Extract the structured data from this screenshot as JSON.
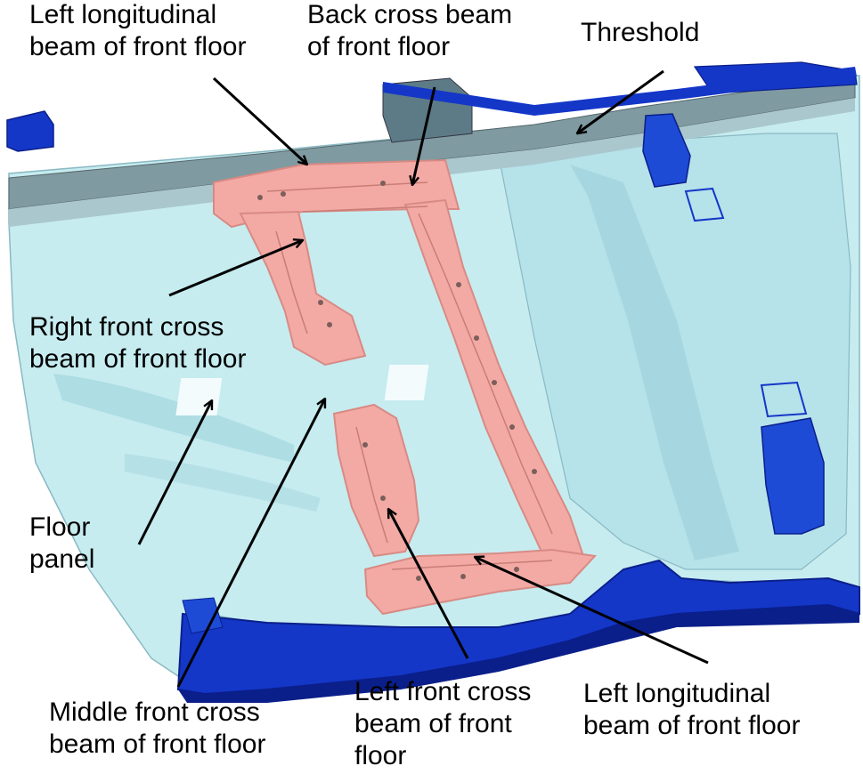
{
  "labels": {
    "left_longitudinal_top": [
      "Left longitudinal",
      "beam of front floor"
    ],
    "back_cross_beam": [
      "Back cross beam",
      "of front floor"
    ],
    "threshold": [
      "Threshold"
    ],
    "right_front_cross": [
      "Right front cross",
      "beam of front floor"
    ],
    "floor_panel": [
      "Floor",
      "panel"
    ],
    "middle_front_cross": [
      "Middle front cross",
      "beam of front floor"
    ],
    "left_front_cross": [
      "Left front cross",
      "beam of front",
      "floor"
    ],
    "left_longitudinal_bottom": [
      "Left longitudinal",
      "beam of front floor"
    ]
  },
  "colors": {
    "floor_panel": "#c6ecf0",
    "floor_shadow": "#9fd3dc",
    "threshold": "#1437c8",
    "threshold_dark": "#0b1f8a",
    "beam": "#f3aaa4",
    "beam_edge": "#d98a84",
    "rail": "#7f9aa0",
    "arrow": "#000000"
  }
}
